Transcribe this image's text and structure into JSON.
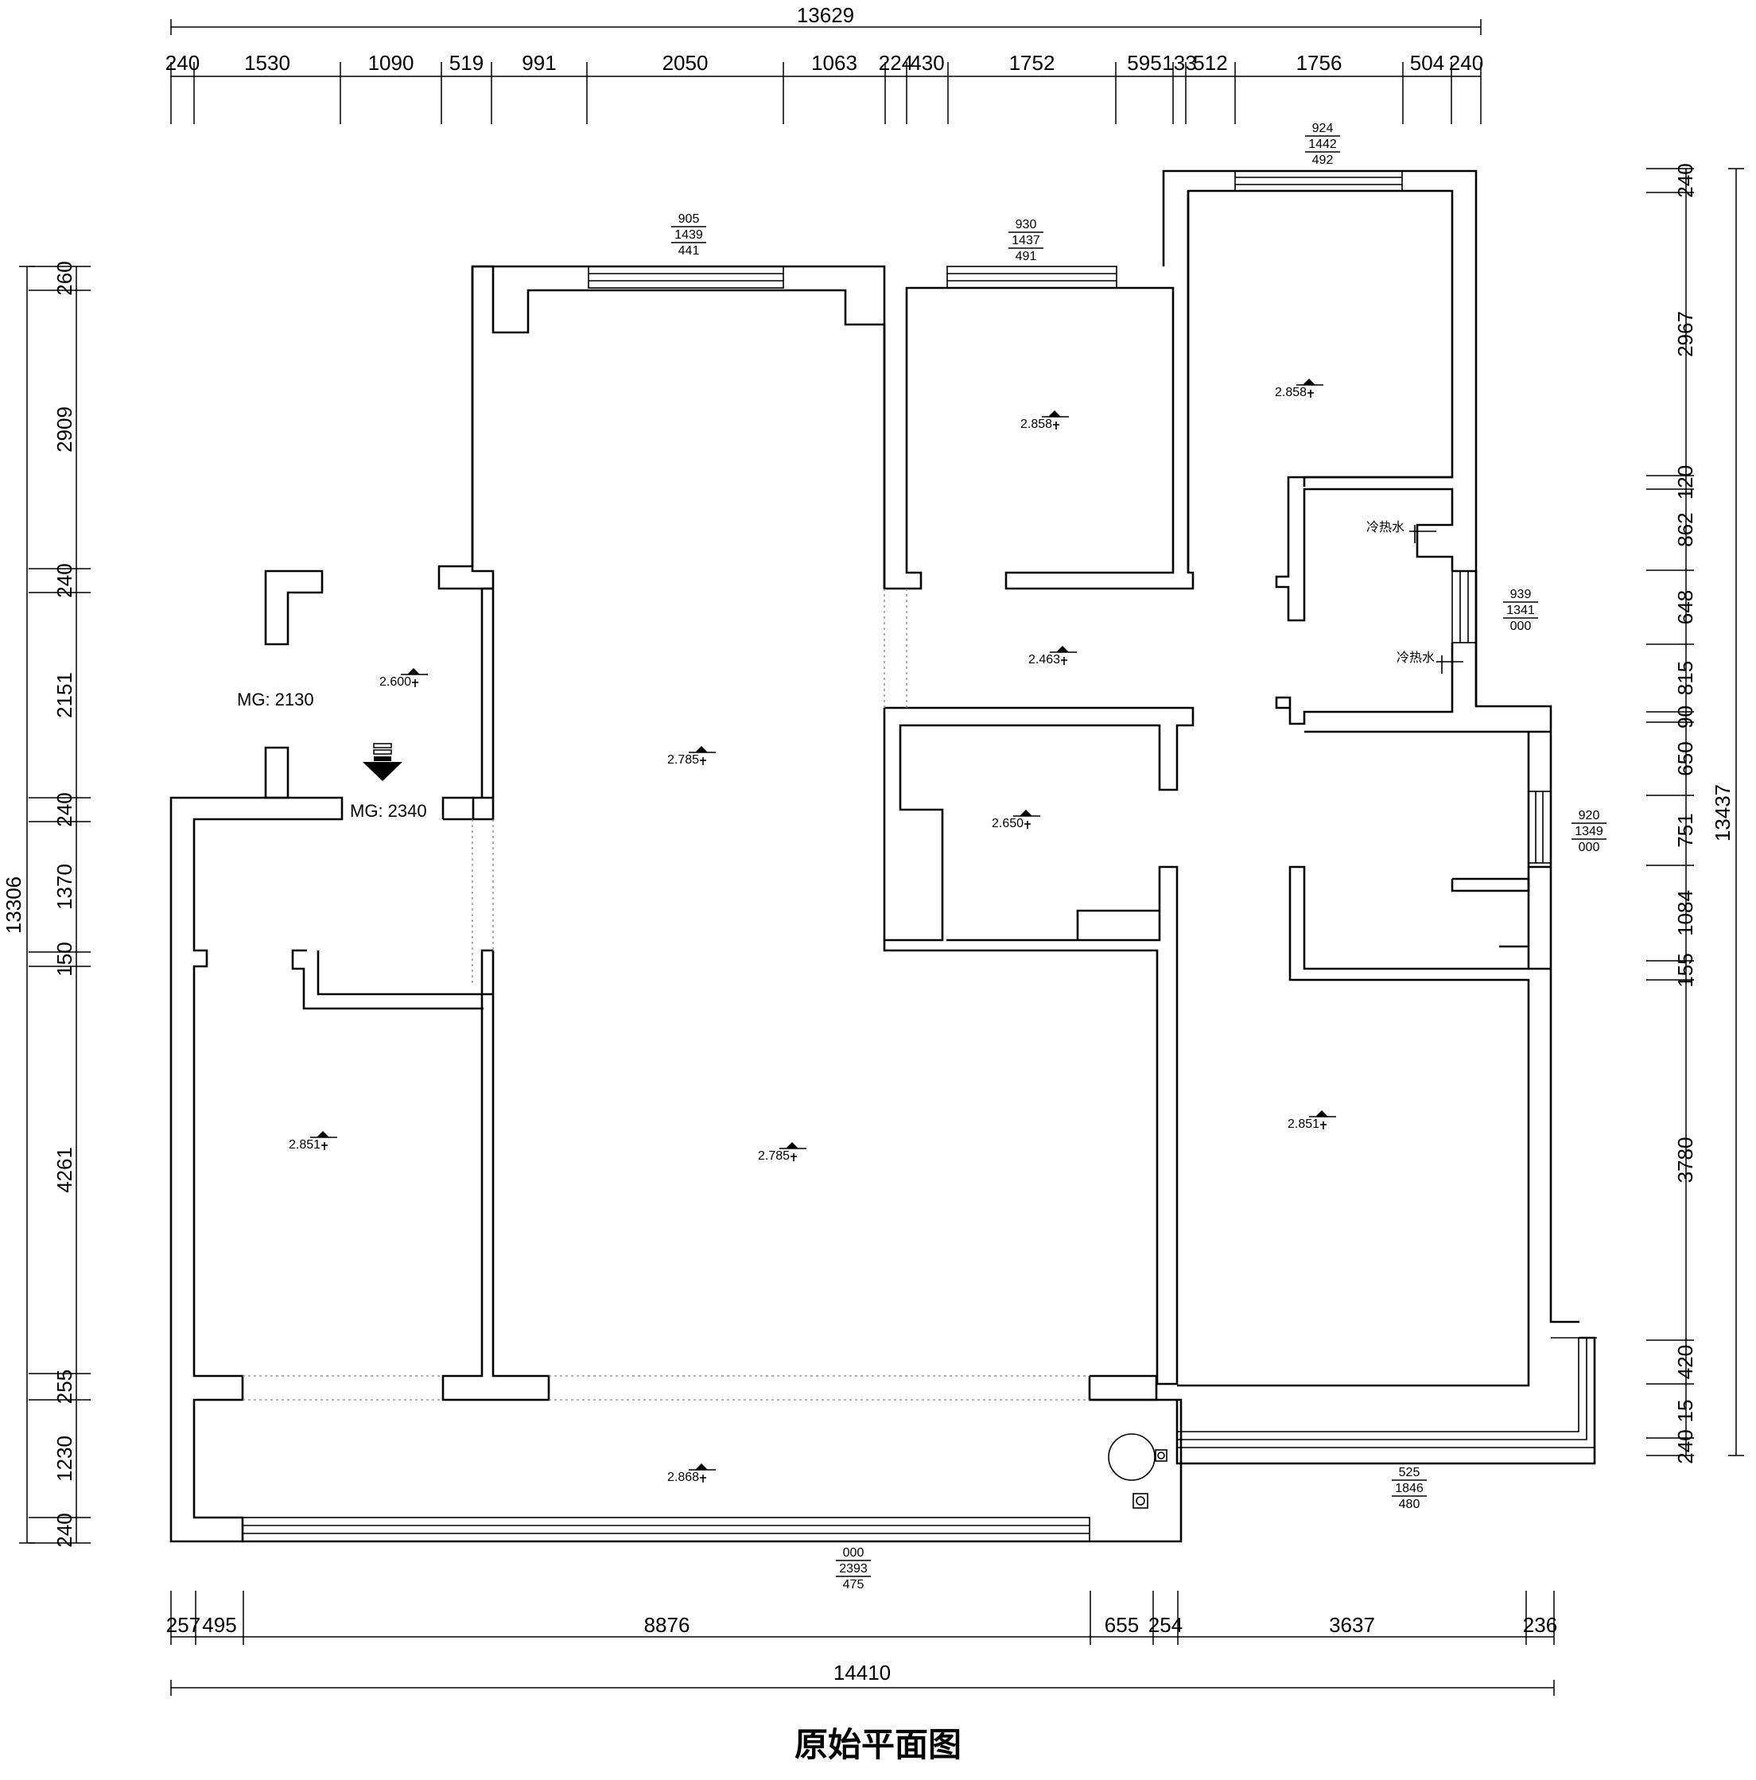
{
  "title": "原始平面图",
  "dims": {
    "top_total": "13629",
    "top": [
      "240",
      "1530",
      "1090",
      "519",
      "991",
      "2050",
      "1063",
      "224",
      "430",
      "1752",
      "595",
      "133",
      "512",
      "1756",
      "504",
      "240"
    ],
    "bottom": [
      "257",
      "495",
      "8876",
      "655",
      "254",
      "3637",
      "236"
    ],
    "bottom_total": "14410",
    "left": [
      "260",
      "2909",
      "240",
      "2151",
      "240",
      "1370",
      "150",
      "4261",
      "255",
      "1230",
      "240"
    ],
    "left_total": "13306",
    "right": [
      "240",
      "2967",
      "120",
      "862",
      "648",
      "815",
      "90",
      "650",
      "751",
      "1084",
      "155",
      "3780",
      "420",
      "15",
      "240"
    ],
    "right_total": "13437"
  },
  "windows": [
    {
      "top": "905",
      "mid": "1439",
      "bot": "441"
    },
    {
      "top": "930",
      "mid": "1437",
      "bot": "491"
    },
    {
      "top": "924",
      "mid": "1442",
      "bot": "492"
    },
    {
      "top": "939",
      "mid": "1341",
      "bot": "000"
    },
    {
      "top": "920",
      "mid": "1349",
      "bot": "000"
    },
    {
      "top": "525",
      "mid": "1846",
      "bot": "480"
    },
    {
      "top": "000",
      "mid": "2393",
      "bot": "475"
    }
  ],
  "heights": [
    "2.858",
    "2.858",
    "2.463",
    "2.600",
    "2.785",
    "2.650",
    "2.851",
    "2.785",
    "2.851",
    "2.868"
  ],
  "labels": {
    "mg1": "MG: 2130",
    "mg2": "MG: 2340",
    "water1": "冷热水",
    "water2": "冷热水"
  }
}
